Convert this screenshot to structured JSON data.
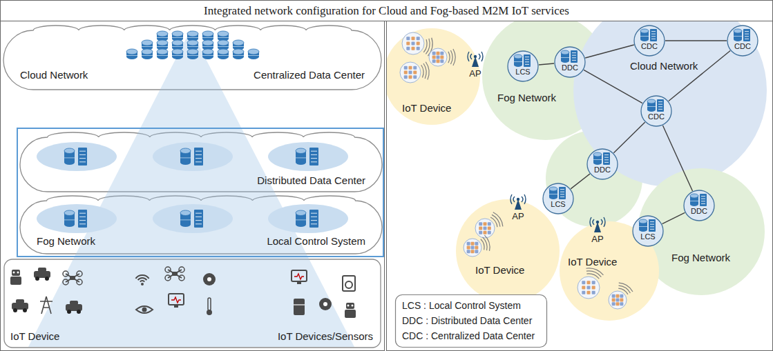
{
  "diagram": {
    "title": "Integrated network configuration for Cloud and Fog-based M2M IoT services",
    "nodes": [
      {
        "text": [
          "Cloud Network",
          "Centralized Data Center"
        ]
      },
      {
        "text": [
          "Distributed Data Center"
        ]
      },
      {
        "text": [
          "Fog Network",
          "Local Control System"
        ]
      },
      {
        "text": [
          "IoT Device",
          "IoT Devices/Sensors"
        ]
      },
      {
        "text": [
          "IoT Device"
        ]
      },
      {
        "text": [
          "AP"
        ]
      },
      {
        "text": [
          "Fog Network"
        ]
      },
      {
        "text": [
          "LCS"
        ],
        "in": 6
      },
      {
        "text": [
          "DDC"
        ],
        "in": 6
      },
      {
        "text": [
          "Cloud Network"
        ]
      },
      {
        "text": [
          "CDC"
        ],
        "in": 9
      },
      {
        "text": [
          "CDC"
        ],
        "in": 9
      },
      {
        "text": [
          "CDC"
        ],
        "in": 9
      },
      {
        "text": [
          "DDC"
        ]
      },
      {
        "text": [
          "LCS"
        ]
      },
      {
        "text": [
          "AP"
        ]
      },
      {
        "text": [
          "Fog Network"
        ]
      },
      {
        "text": [
          "DDC"
        ],
        "in": 16
      },
      {
        "text": [
          "LCS"
        ],
        "in": 16
      },
      {
        "text": [
          "IoT Device"
        ]
      },
      {
        "text": [
          "AP"
        ]
      },
      {
        "text": [
          "IoT Device"
        ]
      },
      {
        "text": [
          "LCS : Local Control System",
          "DDC : Distributed Data Center",
          "CDC : Centralized Data Center"
        ]
      }
    ],
    "edges": [
      {
        "from": 7,
        "to": 8,
        "arrow": "none"
      },
      {
        "from": 8,
        "to": 10,
        "arrow": "none"
      },
      {
        "from": 8,
        "to": 12,
        "arrow": "none"
      },
      {
        "from": 10,
        "to": 11,
        "arrow": "none"
      },
      {
        "from": 11,
        "to": 12,
        "arrow": "none"
      },
      {
        "from": 12,
        "to": 13,
        "arrow": "none"
      },
      {
        "from": 13,
        "to": 14,
        "arrow": "none"
      },
      {
        "from": 12,
        "to": 17,
        "arrow": "none"
      },
      {
        "from": 17,
        "to": 18,
        "arrow": "none"
      }
    ]
  }
}
